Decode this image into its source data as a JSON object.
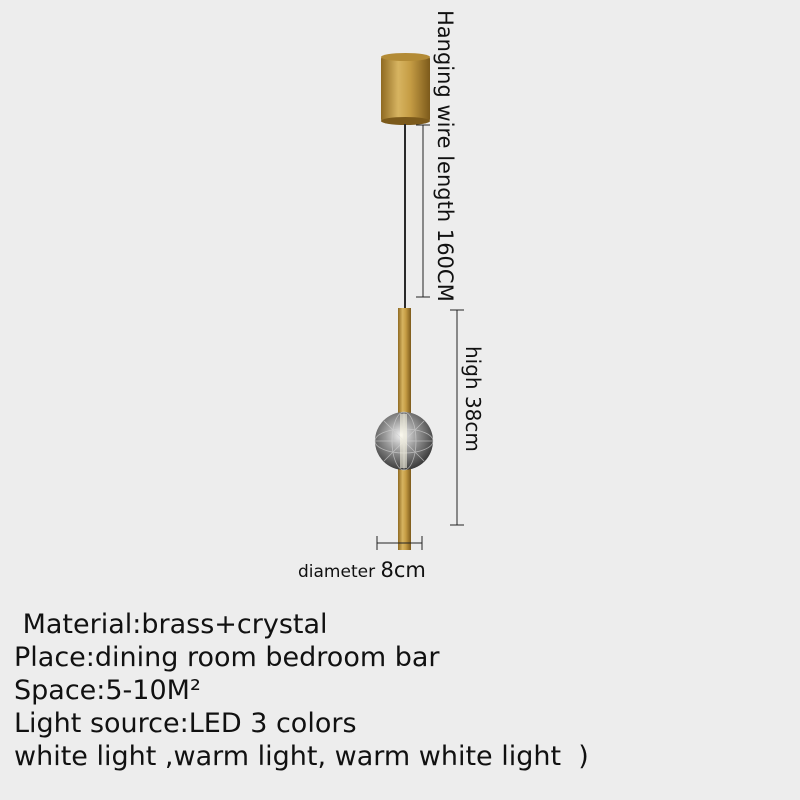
{
  "labels": {
    "wire_length": "Hanging wire length 160CM",
    "height": "high 38cm",
    "diameter_word": "diameter ",
    "diameter_value": "8cm"
  },
  "specs": [
    " Material:brass+crystal",
    "Place:dining room bedroom bar",
    "Space:5-10M²",
    "Light source:LED 3 colors",
    "white light ,warm light, warm white light  )"
  ],
  "colors": {
    "background": "#ededed",
    "brass": "#c29a3e",
    "dimension_line": "#222222"
  }
}
